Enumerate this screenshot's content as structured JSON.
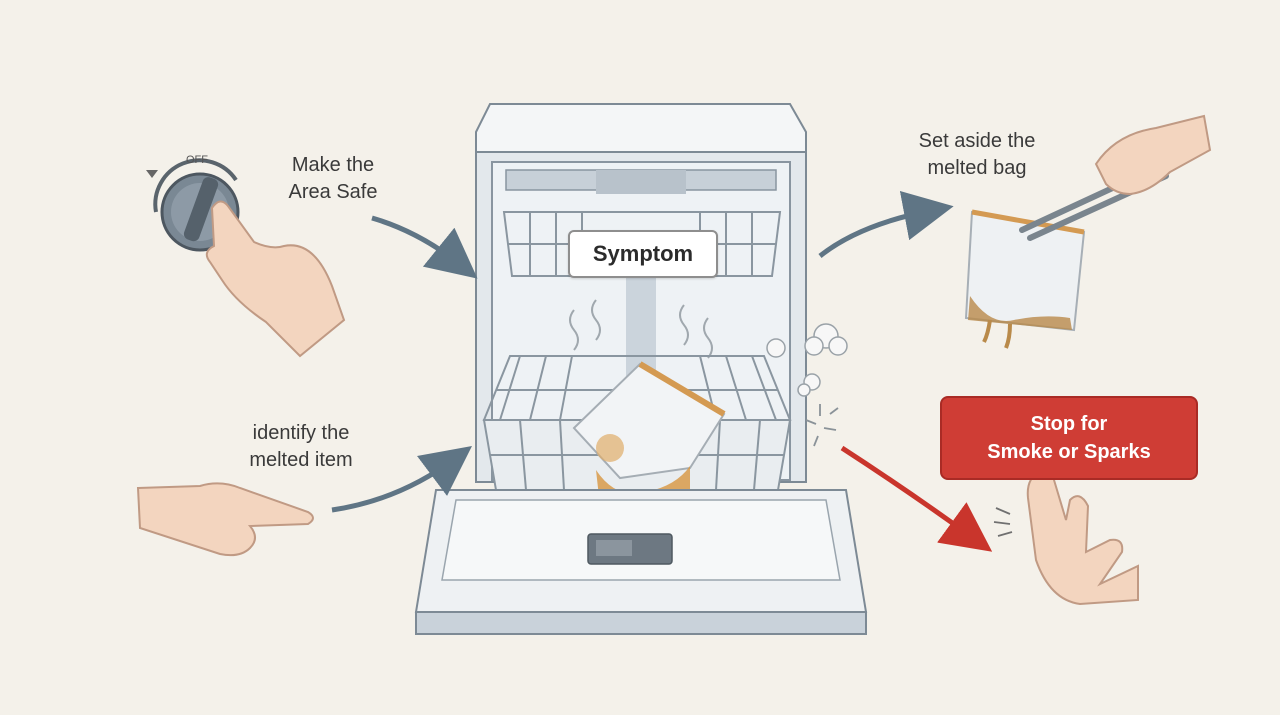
{
  "labels": {
    "knob_off": "OFF",
    "make_safe": [
      "Make the",
      "Area Safe"
    ],
    "identify": [
      "identify the",
      "melted item"
    ],
    "set_aside": [
      "Set aside the",
      "melted bag"
    ],
    "symptom": "Symptom",
    "stop": [
      "Stop for",
      "Smoke or Sparks"
    ]
  },
  "colors": {
    "background": "#f4f1ea",
    "arrow_blue": "#5f7585",
    "arrow_red": "#c9352c",
    "stop_red": "#cf3d35",
    "dishwasher_body": "#e8ecef",
    "dishwasher_outline": "#7d8a95",
    "residue": "#d89a4a",
    "skin": "#f3d5bf"
  },
  "icons": {
    "knob": "power-knob-icon",
    "hand_point": "pointing-hand-icon",
    "hand_stop": "stop-hand-icon",
    "tongs": "tongs-icon",
    "bag": "melted-bag-icon",
    "smoke": "smoke-puff-icon",
    "sparks": "spark-icon"
  }
}
